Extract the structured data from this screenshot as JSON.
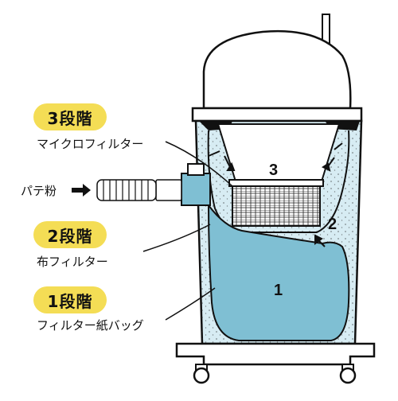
{
  "stages": [
    {
      "badge": "3段階",
      "label": "マイクロフィルター"
    },
    {
      "badge": "2段階",
      "label": "布フィルター"
    },
    {
      "badge": "1段階",
      "label": "フィルター紙バッグ"
    }
  ],
  "input_label": "パテ粉",
  "numbers": {
    "micro": "3",
    "cloth": "2",
    "bag": "1"
  },
  "colors": {
    "badge": "#f4dd55",
    "body_light": "#d7ecf3",
    "bag_fill": "#7fbfd3",
    "outline": "#111111"
  }
}
